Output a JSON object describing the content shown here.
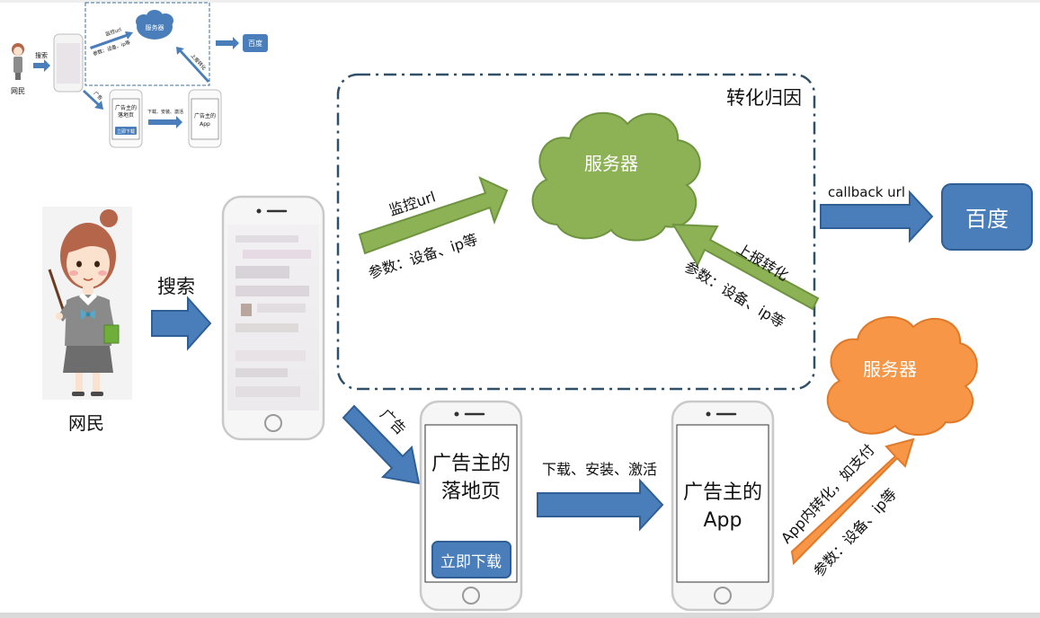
{
  "user": {
    "label": "网民"
  },
  "search_arrow": {
    "label": "搜索"
  },
  "attribution_box": {
    "title": "转化归因"
  },
  "server_top": {
    "label": "服务器"
  },
  "server_right": {
    "label": "服务器"
  },
  "monitor_arrow": {
    "label": "监控url",
    "sub": "参数：设备、ip等"
  },
  "report_arrow": {
    "label": "上报转化",
    "sub": "参数：设备、ip等"
  },
  "callback_arrow": {
    "label": "callback url"
  },
  "baidu_box": {
    "label": "百度"
  },
  "ad_arrow": {
    "label": "广告"
  },
  "landing_phone": {
    "line1": "广告主的",
    "line2": "落地页",
    "button": "立即下载"
  },
  "download_arrow": {
    "label": "下载、安装、激活"
  },
  "app_phone": {
    "line1": "广告主的",
    "line2": "App"
  },
  "inapp_arrow": {
    "label": "App内转化，如支付",
    "sub": "参数：设备、ip等"
  },
  "thumbnail": {
    "user_label": "网民",
    "search_label": "搜索",
    "server_label": "服务器",
    "baidu_label": "百度",
    "report_label": "上报转化",
    "monitor_label": "监控url",
    "param_label": "参数：设备、ip等",
    "ad_label": "广告",
    "landing_line1": "广告主的",
    "landing_line2": "落地页",
    "landing_button": "立即下载",
    "download_label": "下载、安装、激活",
    "app_line1": "广告主的",
    "app_line2": "App"
  },
  "colors": {
    "blue": "#4a7ebb",
    "blue_dark": "#2f5f95",
    "green": "#8db255",
    "green_dark": "#6f9440",
    "orange": "#f79646",
    "orange_dark": "#e07a2a",
    "dash": "#2f5068"
  }
}
